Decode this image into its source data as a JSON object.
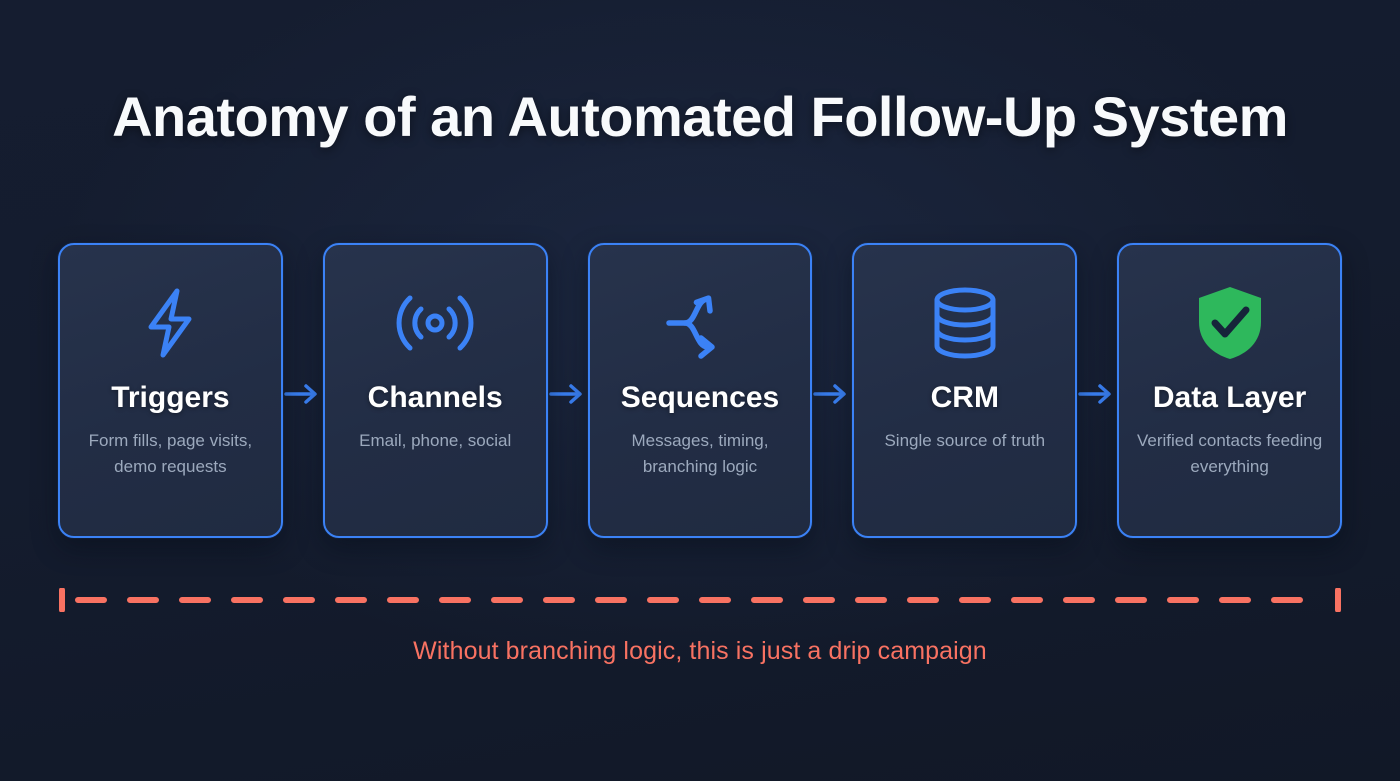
{
  "slide": {
    "title": "Anatomy of an Automated Follow-Up System",
    "caption": "Without branching logic, this is just a drip campaign",
    "background_color": "#141c2e",
    "accent_color": "#3b82f6",
    "card_fill_color": "#25314a",
    "caption_color": "#f87262",
    "success_color": "#2eb85c"
  },
  "cards": [
    {
      "icon": "lightning-bolt-icon",
      "icon_color": "#3b82f6",
      "title": "Triggers",
      "description": "Form fills, page visits, demo requests"
    },
    {
      "icon": "broadcast-signal-icon",
      "icon_color": "#3b82f6",
      "title": "Channels",
      "description": "Email, phone, social"
    },
    {
      "icon": "shuffle-branch-icon",
      "icon_color": "#3b82f6",
      "title": "Sequences",
      "description": "Messages, timing, branching logic"
    },
    {
      "icon": "database-icon",
      "icon_color": "#3b82f6",
      "title": "CRM",
      "description": "Single source of truth"
    },
    {
      "icon": "shield-check-icon",
      "icon_color": "#2eb85c",
      "title": "Data Layer",
      "description": "Verified contacts feeding everything"
    }
  ],
  "connectors": [
    {
      "icon": "arrow-right-icon",
      "color": "#3b82f6"
    },
    {
      "icon": "arrow-right-icon",
      "color": "#3b82f6"
    },
    {
      "icon": "arrow-right-icon",
      "color": "#3b82f6"
    },
    {
      "icon": "arrow-right-icon",
      "color": "#3b82f6"
    }
  ],
  "separator": {
    "style": "dashed",
    "color": "#f87262",
    "end_caps": "vertical-ticks"
  }
}
